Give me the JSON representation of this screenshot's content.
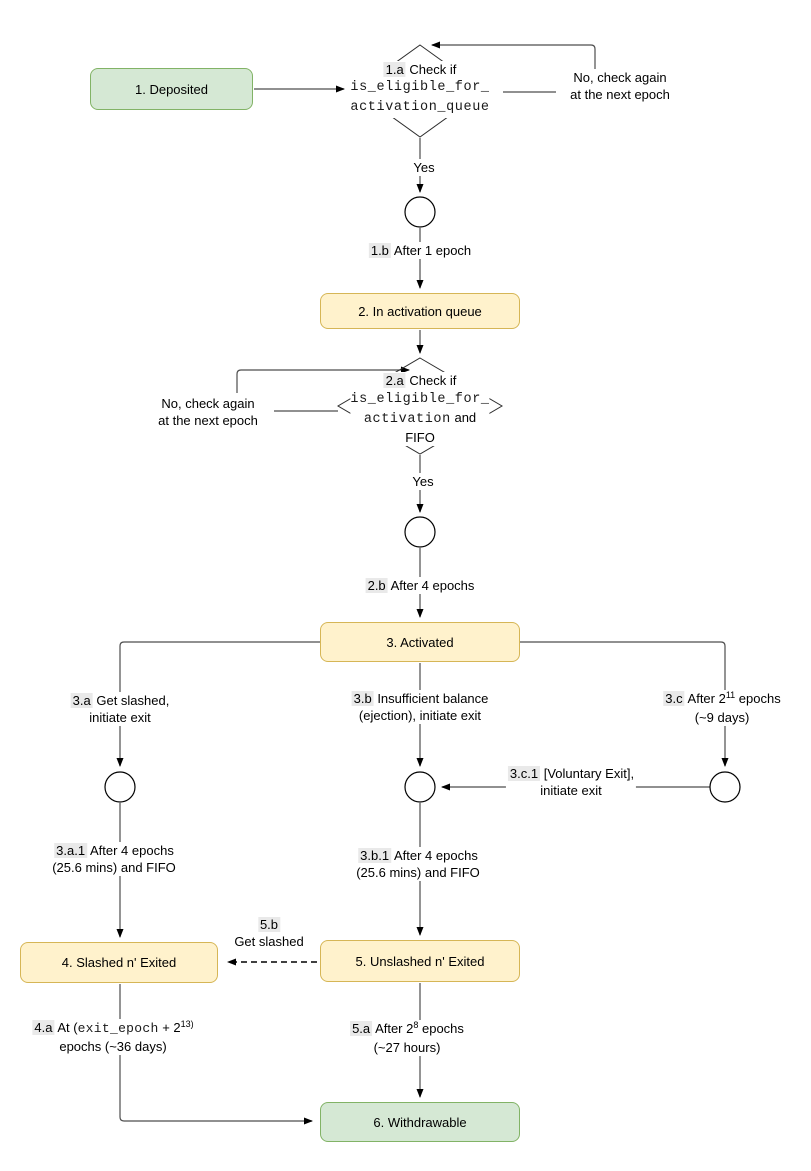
{
  "diagram_title": "Validator lifecycle state diagram",
  "colors": {
    "background": "#ffffff",
    "green_fill": "#d5e8d4",
    "green_border": "#82b366",
    "yellow_fill": "#fff2cc",
    "yellow_border": "#d6b656",
    "chip_bg": "#e9e9e9",
    "edge": "#4d4d4d",
    "arrowhead": "#000000"
  },
  "nodes": {
    "deposited": "1. Deposited",
    "in_activation_queue": "2. In activation queue",
    "activated": "3. Activated",
    "slashed_exited": "4. Slashed n' Exited",
    "unslashed_exited": "5. Unslashed n' Exited",
    "withdrawable": "6. Withdrawable"
  },
  "decision1": {
    "chip": "1.a",
    "text": "Check if",
    "code1": "is_eligible_for_",
    "code2": "activation_queue"
  },
  "decision2": {
    "chip": "2.a",
    "text": "Check if",
    "code1": "is_eligible_for_",
    "code2": "activation",
    "and_text": "and",
    "fifo_text": "FIFO"
  },
  "labels": {
    "no_top_1": "No, check again",
    "no_top_2": "at the next epoch",
    "yes_top": "Yes",
    "e1b_chip": "1.b",
    "e1b_text": "After 1 epoch",
    "no_mid_1": "No, check again",
    "no_mid_2": "at the next epoch",
    "yes_mid": "Yes",
    "e2b_chip": "2.b",
    "e2b_text": "After 4 epochs",
    "e3a_chip": "3.a",
    "e3a_1": "Get slashed,",
    "e3a_2": "initiate exit",
    "e3b_chip": "3.b",
    "e3b_1": "Insufficient balance",
    "e3b_2": "(ejection), initiate exit",
    "e3c_chip": "3.c",
    "e3c_pre": "After 2",
    "e3c_sup": "11",
    "e3c_post": " epochs",
    "e3c_2": "(~9 days)",
    "e3c1_chip": "3.c.1",
    "e3c1_1": "[Voluntary Exit],",
    "e3c1_2": "initiate exit",
    "e3a1_chip": "3.a.1",
    "e3a1_1": "After 4 epochs",
    "e3a1_2": "(25.6 mins) and FIFO",
    "e3b1_chip": "3.b.1",
    "e3b1_1": "After 4 epochs",
    "e3b1_2": "(25.6 mins) and FIFO",
    "e5b_chip": "5.b",
    "e5b_text": "Get slashed",
    "e4a_chip": "4.a",
    "e4a_pre": "At (",
    "e4a_code": "exit_epoch",
    "e4a_mid": " + 2",
    "e4a_sup": "13)",
    "e4a_2": "epochs (~36 days)",
    "e5a_chip": "5.a",
    "e5a_pre": "After 2",
    "e5a_sup": "8",
    "e5a_post": " epochs",
    "e5a_2": "(~27 hours)"
  }
}
